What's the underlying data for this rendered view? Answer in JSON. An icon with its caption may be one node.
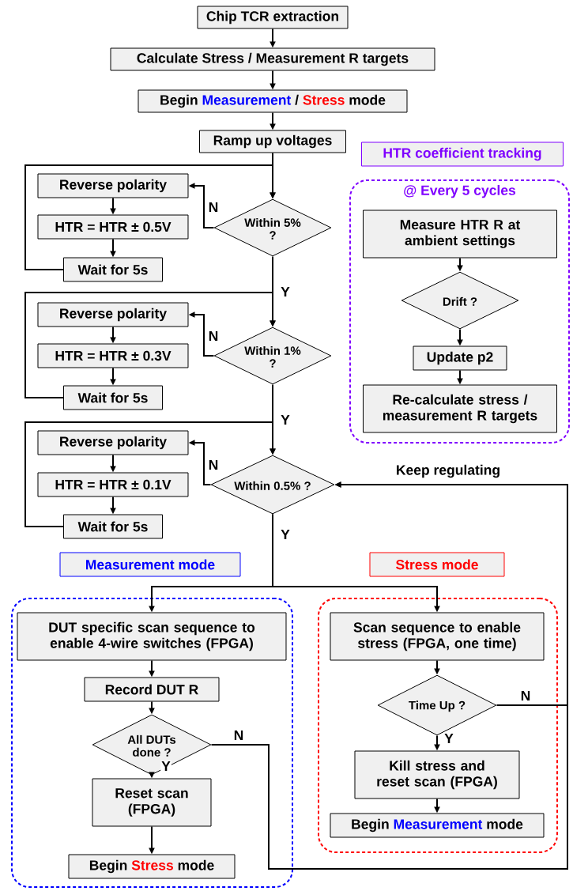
{
  "diagram": {
    "nodes": [
      {
        "text": [
          "Chip TCR extraction"
        ]
      },
      {
        "text": [
          "Calculate Stress / Measurement R targets"
        ]
      },
      {
        "text": [
          "Begin",
          "Measurement",
          "/",
          "Stress",
          "mode"
        ]
      },
      {
        "text": [
          "Ramp up voltages"
        ]
      },
      {
        "text": [
          "Reverse polarity"
        ]
      },
      {
        "text": [
          "HTR = HTR ± 0.5V"
        ]
      },
      {
        "text": [
          "Wait for 5s"
        ]
      },
      {
        "text": [
          "Within 5% ?"
        ]
      },
      {
        "text": [
          "Reverse polarity"
        ]
      },
      {
        "text": [
          "HTR = HTR ± 0.3V"
        ]
      },
      {
        "text": [
          "Wait for 5s"
        ]
      },
      {
        "text": [
          "Within 1% ?"
        ]
      },
      {
        "text": [
          "Reverse polarity"
        ]
      },
      {
        "text": [
          "HTR = HTR ± 0.1V"
        ]
      },
      {
        "text": [
          "Wait for 5s"
        ]
      },
      {
        "text": [
          "Within 0.5% ?"
        ]
      },
      {
        "text": [
          "HTR coefficient tracking"
        ]
      },
      {
        "text": [
          "@ Every 5 cycles"
        ]
      },
      {
        "text": [
          "Measure HTR R at ambient settings"
        ],
        "in": 17
      },
      {
        "text": [
          "Drift ?"
        ],
        "in": 17
      },
      {
        "text": [
          "Update p2"
        ],
        "in": 17
      },
      {
        "text": [
          "Re-calculate stress / measurement R targets"
        ],
        "in": 17
      },
      {
        "text": [
          "Measurement mode"
        ]
      },
      {
        "text": [
          "Stress mode"
        ]
      },
      {
        "text": [],
        "shape": "box"
      },
      {
        "text": [
          "DUT specific scan sequence to enable 4-wire switches (FPGA)"
        ],
        "in": 24
      },
      {
        "text": [
          "Record DUT R"
        ],
        "in": 24
      },
      {
        "text": [
          "All DUTs done ?"
        ],
        "in": 24
      },
      {
        "text": [
          "Reset scan (FPGA)"
        ],
        "in": 24
      },
      {
        "text": [
          "Begin",
          "Stress",
          "mode"
        ],
        "in": 24
      },
      {
        "text": [],
        "shape": "box"
      },
      {
        "text": [
          "Scan sequence to enable stress (FPGA, one time)"
        ],
        "in": 30
      },
      {
        "text": [
          "Time Up ?"
        ],
        "in": 30
      },
      {
        "text": [
          "Kill stress and reset scan (FPGA)"
        ],
        "in": 30
      },
      {
        "text": [
          "Begin",
          "Measurement",
          "mode"
        ],
        "in": 30
      }
    ],
    "edges": [
      {
        "from": 0,
        "to": 1,
        "arrow": "to"
      },
      {
        "from": 1,
        "to": 2,
        "arrow": "to"
      },
      {
        "from": 2,
        "to": 3,
        "arrow": "to"
      },
      {
        "from": 3,
        "to": 7,
        "arrow": "to"
      },
      {
        "from": 7,
        "to": 4,
        "arrow": "to",
        "label": "N"
      },
      {
        "from": 4,
        "to": 5,
        "arrow": "to"
      },
      {
        "from": 5,
        "to": 6,
        "arrow": "to"
      },
      {
        "from": 6,
        "to": 7,
        "arrow": "to"
      },
      {
        "from": 7,
        "to": 11,
        "arrow": "to",
        "label": "Y"
      },
      {
        "from": 11,
        "to": 8,
        "arrow": "to",
        "label": "N"
      },
      {
        "from": 8,
        "to": 9,
        "arrow": "to"
      },
      {
        "from": 9,
        "to": 10,
        "arrow": "to"
      },
      {
        "from": 10,
        "to": 11,
        "arrow": "to"
      },
      {
        "from": 11,
        "to": 15,
        "arrow": "to",
        "label": "Y"
      },
      {
        "from": 15,
        "to": 12,
        "arrow": "to",
        "label": "N"
      },
      {
        "from": 12,
        "to": 13,
        "arrow": "to"
      },
      {
        "from": 13,
        "to": 14,
        "arrow": "to"
      },
      {
        "from": 14,
        "to": 15,
        "arrow": "to"
      },
      {
        "from": 15,
        "to": 25,
        "arrow": "to",
        "label": "Y"
      },
      {
        "from": 15,
        "to": 31,
        "arrow": "to"
      },
      {
        "from": 25,
        "to": 26,
        "arrow": "to"
      },
      {
        "from": 26,
        "to": 27,
        "arrow": "to"
      },
      {
        "from": 27,
        "to": 28,
        "arrow": "to",
        "label": "Y"
      },
      {
        "from": 28,
        "to": 29,
        "arrow": "to"
      },
      {
        "from": 27,
        "to": 15,
        "arrow": "to",
        "label": "N"
      },
      {
        "from": 31,
        "to": 32,
        "arrow": "to"
      },
      {
        "from": 32,
        "to": 33,
        "arrow": "to",
        "label": "Y"
      },
      {
        "from": 33,
        "to": 34,
        "arrow": "to"
      },
      {
        "from": 32,
        "to": 15,
        "arrow": "to",
        "label": "N"
      },
      {
        "from": 18,
        "to": 19,
        "arrow": "to"
      },
      {
        "from": 19,
        "to": 20,
        "arrow": "to"
      },
      {
        "from": 20,
        "to": 21,
        "arrow": "to"
      }
    ],
    "labels": [
      "Keep regulating"
    ]
  }
}
